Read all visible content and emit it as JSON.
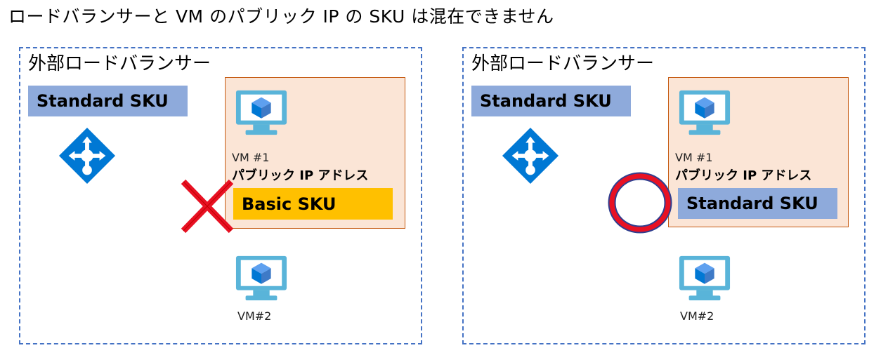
{
  "title": "ロードバランサーと VM のパブリック IP の SKU は混在できません",
  "panels": [
    {
      "label": "外部ロードバランサー",
      "lb_sku": "Standard SKU",
      "vm1_label": "VM #1",
      "pip_label": "パブリック IP アドレス",
      "pip_sku": "Basic SKU",
      "vm2_label": "VM#2",
      "verdict": "cross-mark"
    },
    {
      "label": "外部ロードバランサー",
      "lb_sku": "Standard SKU",
      "vm1_label": "VM #1",
      "pip_label": "パブリック IP アドレス",
      "pip_sku": "Standard SKU",
      "vm2_label": "VM#2",
      "verdict": "circle-mark"
    }
  ],
  "colors": {
    "panel_border": "#4472c4",
    "standard_sku_fill": "#8eaadb",
    "basic_sku_fill": "#ffc000",
    "vm_area_fill": "#fbe5d6",
    "vm_area_border": "#c55a11",
    "icon_blue": "#0078d4",
    "monitor_blue": "#59b4d9",
    "mark_red": "#e81123"
  }
}
